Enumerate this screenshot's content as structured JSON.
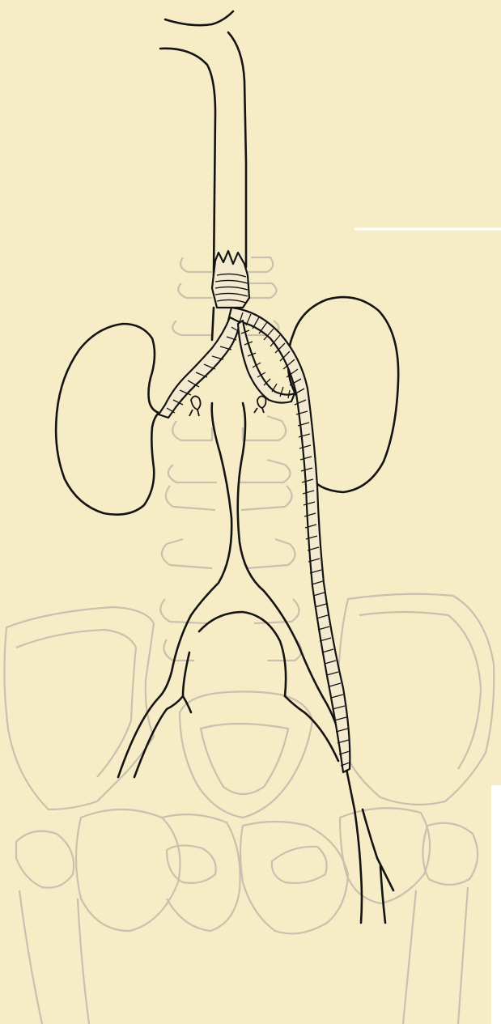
{
  "illustration": {
    "subject": "aorta-iliac-bypass-graft-drawing",
    "colors": {
      "paper": "#f6edc6",
      "paper_edge": "#ffffff",
      "ink": "#141414",
      "bone_outline": "#cbbfae",
      "graft_fill": "#f3ead0"
    },
    "parts": [
      "aorta",
      "left-kidney",
      "right-kidney",
      "renal-artery-left",
      "renal-artery-right",
      "bypass-graft",
      "iliac-bifurcation",
      "spine",
      "pelvis",
      "femoral-arteries"
    ]
  }
}
